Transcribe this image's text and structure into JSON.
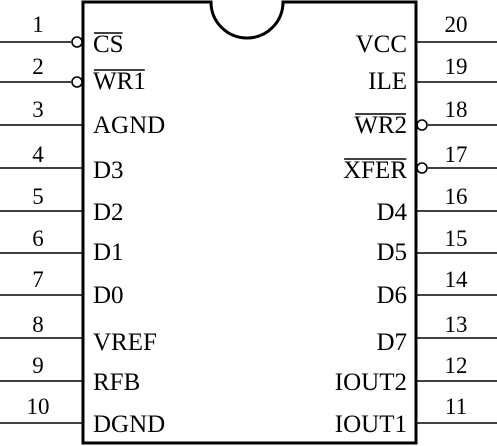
{
  "chip": {
    "left_pins": [
      {
        "number": "1",
        "label": "CS",
        "active_low": true
      },
      {
        "number": "2",
        "label": "WR1",
        "active_low": true
      },
      {
        "number": "3",
        "label": "AGND",
        "active_low": false
      },
      {
        "number": "4",
        "label": "D3",
        "active_low": false
      },
      {
        "number": "5",
        "label": "D2",
        "active_low": false
      },
      {
        "number": "6",
        "label": "D1",
        "active_low": false
      },
      {
        "number": "7",
        "label": "D0",
        "active_low": false
      },
      {
        "number": "8",
        "label": "VREF",
        "active_low": false
      },
      {
        "number": "9",
        "label": "RFB",
        "active_low": false
      },
      {
        "number": "10",
        "label": "DGND",
        "active_low": false
      }
    ],
    "right_pins": [
      {
        "number": "20",
        "label": "VCC",
        "active_low": false
      },
      {
        "number": "19",
        "label": "ILE",
        "active_low": false
      },
      {
        "number": "18",
        "label": "WR2",
        "active_low": true
      },
      {
        "number": "17",
        "label": "XFER",
        "active_low": true
      },
      {
        "number": "16",
        "label": "D4",
        "active_low": false
      },
      {
        "number": "15",
        "label": "D5",
        "active_low": false
      },
      {
        "number": "14",
        "label": "D6",
        "active_low": false
      },
      {
        "number": "13",
        "label": "D7",
        "active_low": false
      },
      {
        "number": "12",
        "label": "IOUT2",
        "active_low": false
      },
      {
        "number": "11",
        "label": "IOUT1",
        "active_low": false
      }
    ]
  }
}
